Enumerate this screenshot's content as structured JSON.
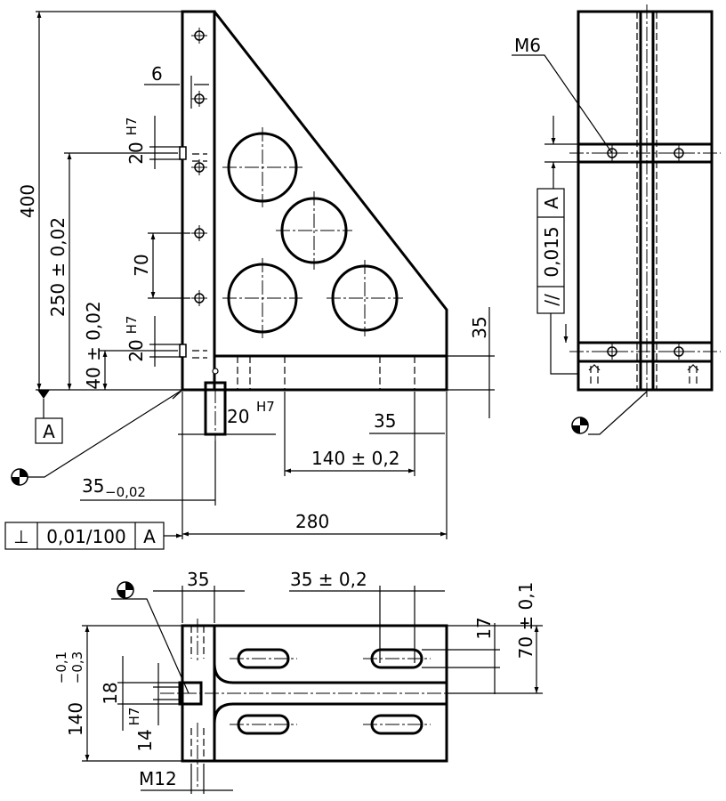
{
  "front_view": {
    "height_dim": "400",
    "width_dim": "280",
    "slot_width_dim": "6",
    "slot1_width": "20",
    "slot1_tol": "H7",
    "hole_pitch_dim": "70",
    "pos_250": "250 ± 0,02",
    "pos_40": "40 ± 0,02",
    "slot2_width": "20",
    "slot2_tol": "H7",
    "base_thickness": "35",
    "bottom_slot_width": "20",
    "bottom_slot_tol": "H7",
    "dim_35_right": "35",
    "dim_140": "140 ± 0,2",
    "dim_35_left": "35",
    "dim_35_left_tol": "−0,02",
    "datum_label": "A",
    "perp_symbol": "⊥",
    "perp_value": "0,01/100",
    "perp_datum": "A"
  },
  "side_view": {
    "thread_label": "M6",
    "par_symbol": "//",
    "par_value": "0,015",
    "par_datum": "A"
  },
  "top_view": {
    "dim_35": "35",
    "dim_35_pm": "35 ± 0,2",
    "dim_17": "17",
    "dim_70": "70 ± 0,1",
    "dim_140_main": "140",
    "dim_140_upper": "−0,1",
    "dim_140_lower": "−0,3",
    "dim_18": "18",
    "dim_14": "14",
    "dim_14_tol": "H7",
    "thread_label": "M12"
  }
}
